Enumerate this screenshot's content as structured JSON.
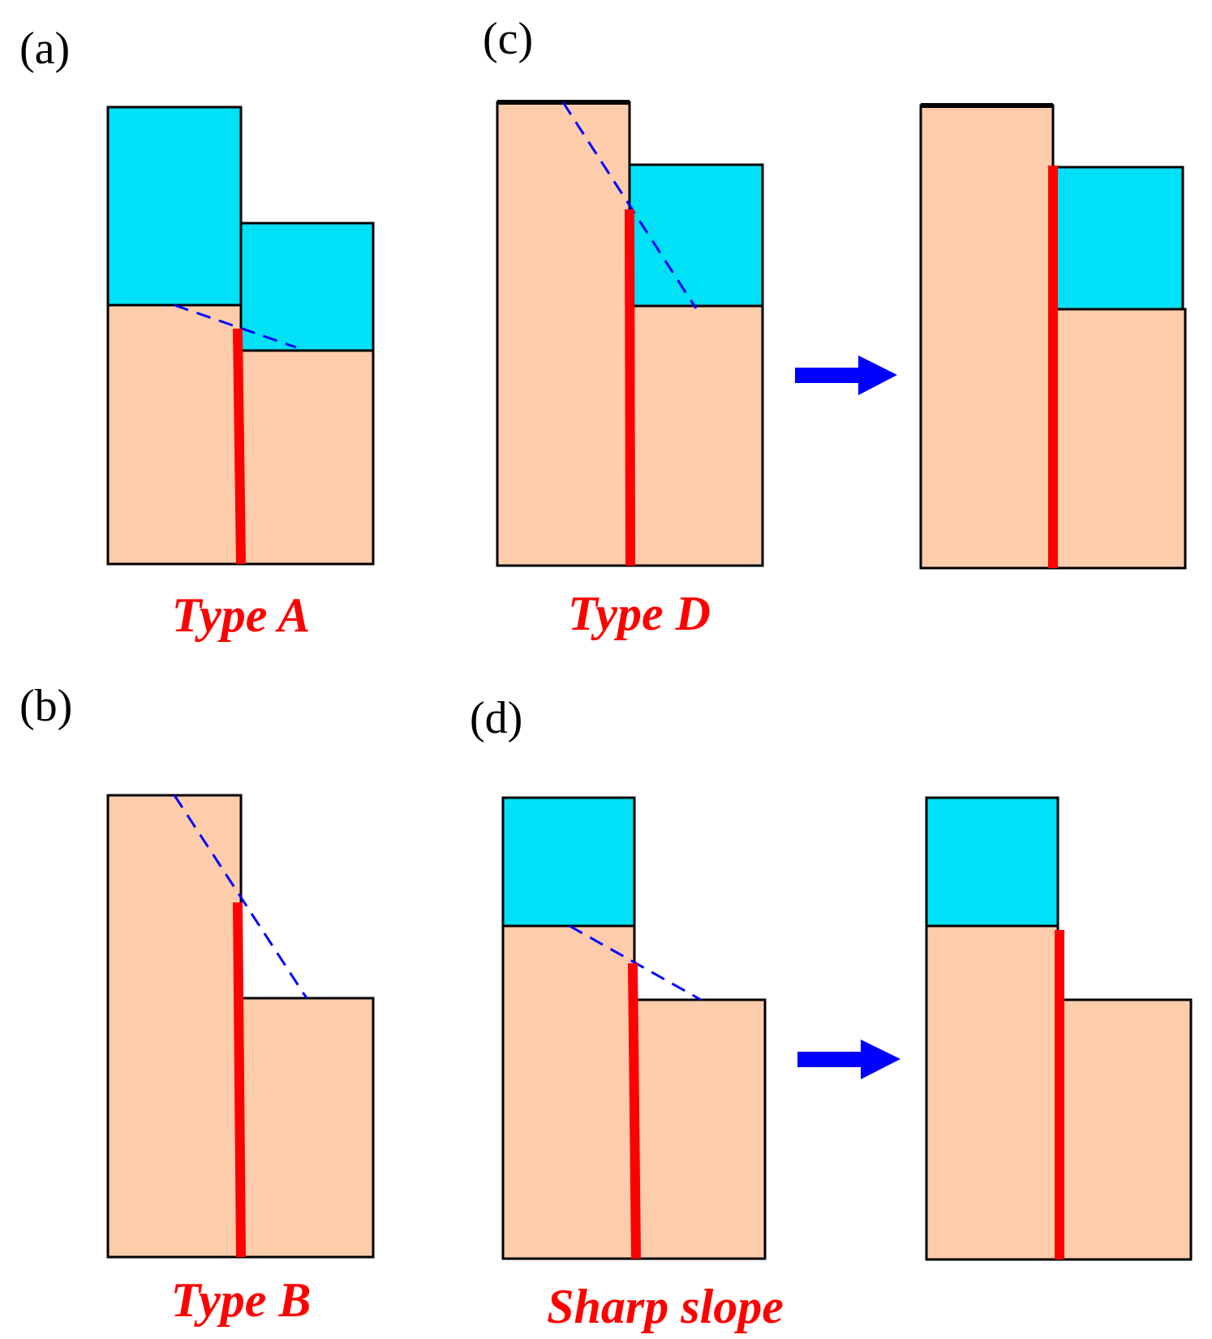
{
  "colors": {
    "water": "#00E1F7",
    "soil": "#FCCCAB",
    "outline": "#000000",
    "crack": "#FF0000",
    "dashed_line": "#0000FF",
    "arrow": "#0000FF",
    "caption": "#FF0000"
  },
  "panels": {
    "a": {
      "label": "(a)",
      "caption": "Type A"
    },
    "b": {
      "label": "(b)",
      "caption": "Type B"
    },
    "c": {
      "label": "(c)",
      "caption": "Type D"
    },
    "d": {
      "label": "(d)",
      "caption": "Sharp slope"
    }
  },
  "icons": {
    "arrow": "right-arrow-icon"
  }
}
